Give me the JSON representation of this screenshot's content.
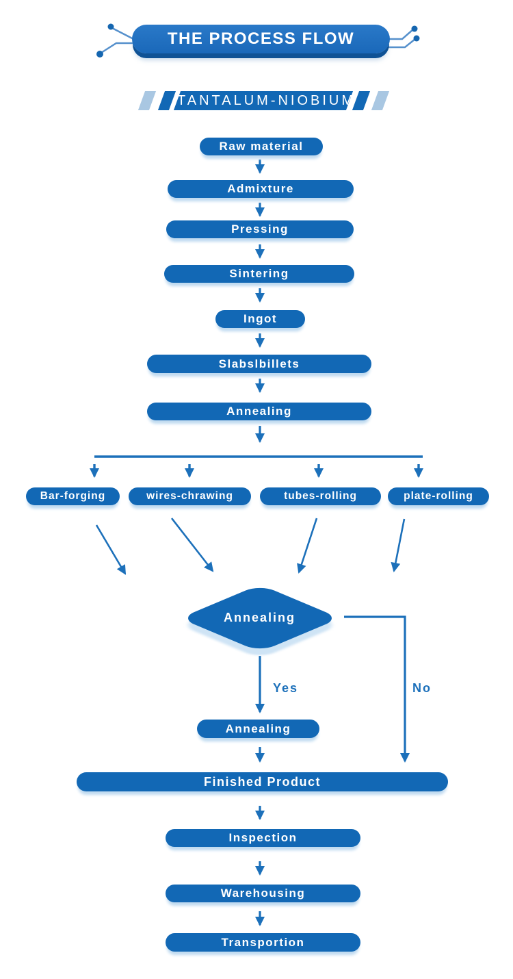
{
  "header": {
    "title": "THE PROCESS FLOW"
  },
  "banner": {
    "title": "TANTALUM-NIOBIUM"
  },
  "colors": {
    "primary_blue": "#1268b5",
    "light_slash_blue": "#a9c7e2",
    "arrow_blue": "#1c70ba",
    "pill_shadow_blue": "#bfdaf0",
    "header_lip_blue": "#0f5295"
  },
  "icons": {
    "circuit_node_left_top": "circuit-dot",
    "circuit_node_left_bottom": "circuit-dot",
    "circuit_node_right_top": "circuit-dot",
    "circuit_node_right_bottom": "circuit-dot"
  },
  "flow": {
    "nodes": {
      "raw_material": "Raw material",
      "admixture": "Admixture",
      "pressing": "Pressing",
      "sintering": "Sintering",
      "ingot": "Ingot",
      "slabs_billets": "Slabslbillets",
      "annealing": "Annealing",
      "decision": "Annealing",
      "annealing_after": "Annealing",
      "finished_product": "Finished Product",
      "inspection": "Inspection",
      "warehousing": "Warehousing",
      "transportion": "Transportion"
    },
    "branches": [
      "Bar-forging",
      "wires-chrawing",
      "tubes-rolling",
      "plate-rolling"
    ],
    "decision_labels": {
      "yes": "Yes",
      "no": "No"
    }
  }
}
